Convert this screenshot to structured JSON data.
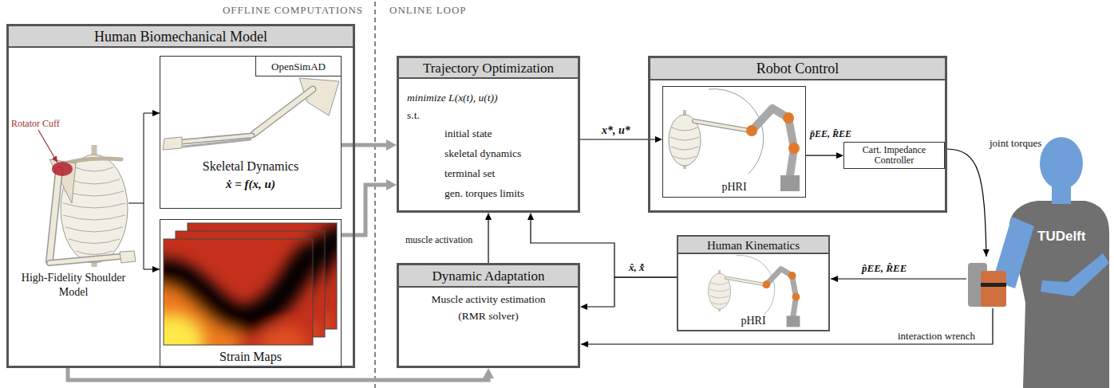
{
  "diagram": {
    "nodes": [
      {
        "text": [
          "Human Biomechanical Model"
        ]
      },
      {
        "text": [
          "Skeletal Dynamics",
          "ẋ = f(x, u)"
        ],
        "in": 0
      },
      {
        "text": [
          "OpenSimAD"
        ],
        "in": 1
      },
      {
        "text": [
          "Strain Maps"
        ],
        "in": 0
      },
      {
        "text": [
          "Trajectory Optimization",
          "minimize L(x(t), u(t))",
          "s.t.",
          "initial state",
          "skeletal dynamics",
          "terminal set",
          "gen. torques limits"
        ]
      },
      {
        "text": [
          "Dynamic Adaptation",
          "Muscle activity estimation (RMR solver)"
        ]
      },
      {
        "text": [
          "Robot Control"
        ]
      },
      {
        "text": [
          "pHRI"
        ],
        "in": 6
      },
      {
        "text": [
          "Cart. Impedance Controller"
        ],
        "in": 6
      },
      {
        "text": [
          "Human Kinematics",
          "pHRI"
        ]
      }
    ],
    "edges": [
      {
        "from": 1,
        "to": 4,
        "arrow": "to"
      },
      {
        "from": 3,
        "to": 4,
        "arrow": "to"
      },
      {
        "from": 0,
        "to": 5,
        "arrow": "to"
      },
      {
        "from": 4,
        "to": 7,
        "arrow": "to",
        "label": "x*, u*"
      },
      {
        "from": 7,
        "to": 8,
        "arrow": "to",
        "label": "p̄EE, R̄EE"
      },
      {
        "from": 5,
        "to": 4,
        "arrow": "to",
        "label": "muscle activation"
      },
      {
        "from": 9,
        "to": 4,
        "arrow": "to",
        "label": "x̂, x̂̇"
      },
      {
        "from": 9,
        "to": 5,
        "arrow": "to"
      }
    ],
    "labels": [
      "OFFLINE COMPUTATIONS",
      "ONLINE LOOP",
      "Rotator Cuff",
      "High-Fidelity Shoulder Model",
      "joint torques",
      "p̂EE, R̂EE",
      "interaction wrench",
      "TUDelft"
    ]
  }
}
